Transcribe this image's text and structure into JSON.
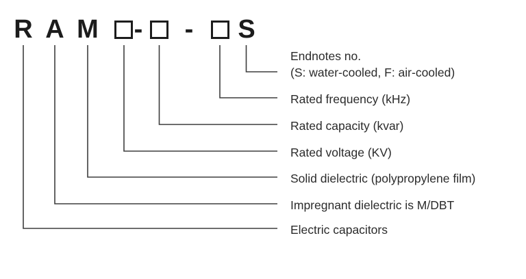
{
  "model_code": {
    "letter_r": "R",
    "letter_a": "A",
    "letter_m": "M",
    "hyphen1": "-",
    "hyphen2": "-",
    "letter_s": "S"
  },
  "annotations": {
    "endnotes_line1": "Endnotes no.",
    "endnotes_line2": "(S: water-cooled, F: air-cooled)",
    "rated_frequency": "Rated frequency (kHz)",
    "rated_capacity": "Rated capacity (kvar)",
    "rated_voltage": "Rated voltage (KV)",
    "solid_dielectric": "Solid dielectric (polypropylene film)",
    "impregnant_dielectric": "Impregnant dielectric is M/DBT",
    "electric_capacitors": "Electric capacitors"
  },
  "colors": {
    "background": "#ffffff",
    "code_text": "#1c1c1c",
    "label_text": "#2b2b2b",
    "line": "#3d3d3d"
  }
}
